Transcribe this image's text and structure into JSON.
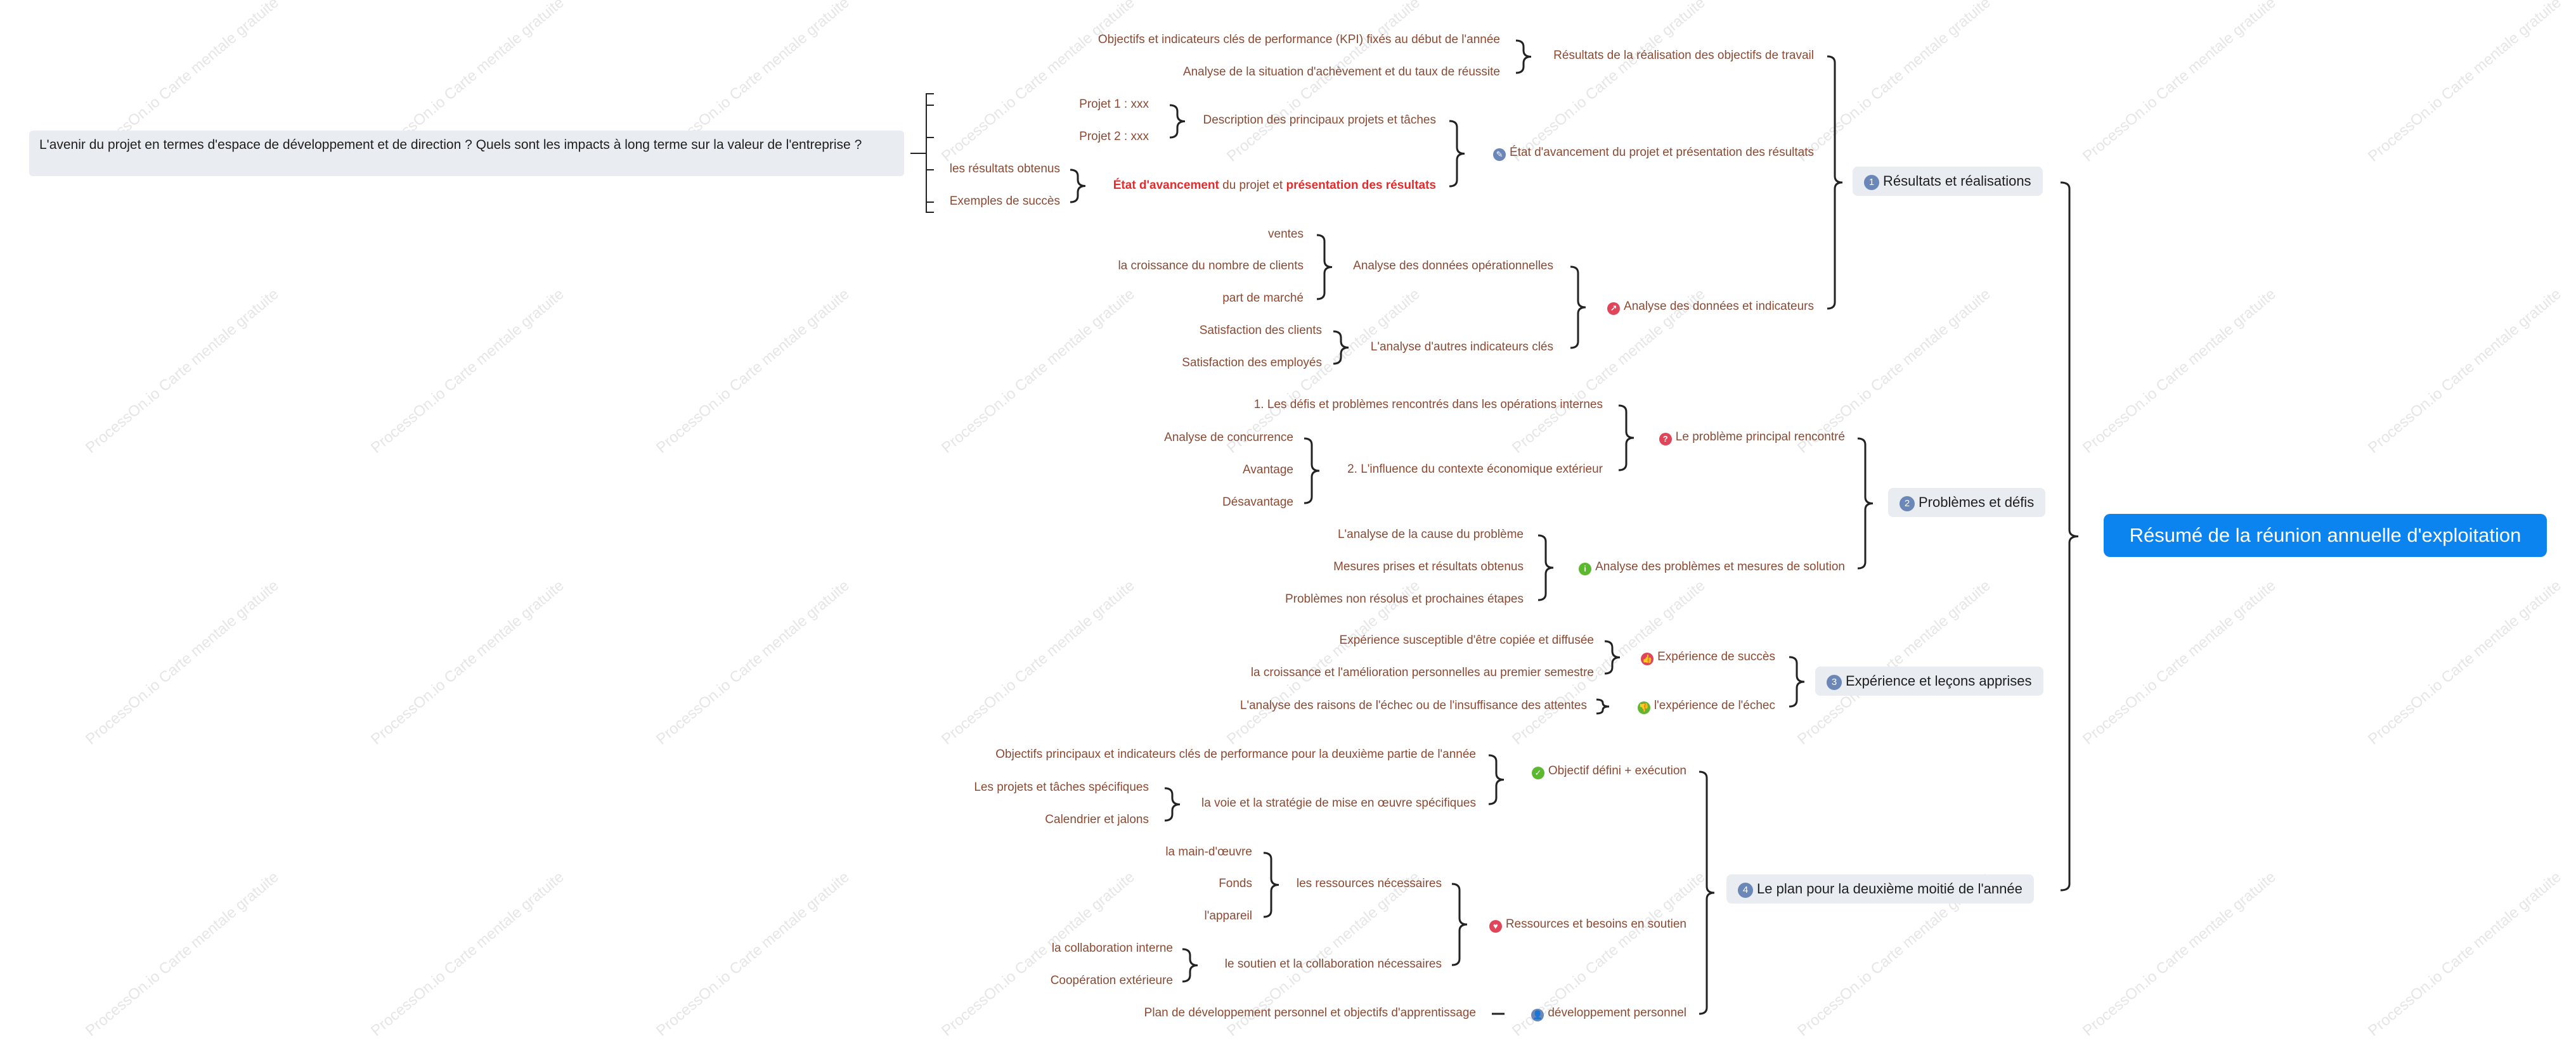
{
  "watermark": "ProcessOn.io Carte mentale gratuite",
  "root": {
    "label": "Résumé de la réunion annuelle d'exploitation"
  },
  "note": {
    "text": "L'avenir du projet en termes d'espace de développement et de direction ? Quels sont les impacts à long terme sur la valeur de l'entreprise ?"
  },
  "branches": [
    {
      "num": "1",
      "label": "Résultats et réalisations"
    },
    {
      "num": "2",
      "label": "Problèmes et défis"
    },
    {
      "num": "3",
      "label": "Expérience et leçons apprises"
    },
    {
      "num": "4",
      "label": "Le plan pour la deuxième moitié de l'année"
    }
  ],
  "b1": {
    "s1": {
      "label": "Résultats de la réalisation des objectifs de travail",
      "leaves": [
        "Objectifs et indicateurs clés de performance (KPI) fixés au début de l'année",
        "Analyse de la situation d'achèvement et du taux de réussite"
      ]
    },
    "s2": {
      "label": "État d'avancement du projet et présentation des résultats",
      "icon": "edit-icon",
      "t1": {
        "label": "Description des principaux projets et tâches",
        "leaves": [
          "Projet 1 : xxx",
          "Projet 2 : xxx"
        ]
      },
      "t2": {
        "label_part1": "État d'avancement",
        "label_part2": " du projet et ",
        "label_part3": "présentation des résultats",
        "leaves": [
          "les résultats obtenus",
          "Exemples de succès"
        ]
      }
    },
    "s3": {
      "label": "Analyse des données et indicateurs",
      "icon": "chart-icon",
      "t1": {
        "label": "Analyse des données opérationnelles",
        "leaves": [
          "ventes",
          "la croissance du nombre de clients",
          "part de marché"
        ]
      },
      "t2": {
        "label": "L'analyse d'autres indicateurs clés",
        "leaves": [
          "Satisfaction des clients",
          "Satisfaction des employés"
        ]
      }
    }
  },
  "b2": {
    "s1": {
      "label": "Le problème principal rencontré",
      "icon": "question-icon",
      "t1": {
        "label": "1. Les défis et problèmes rencontrés dans les opérations internes"
      },
      "t2": {
        "label": "2. L'influence du contexte économique extérieur",
        "leaves": [
          "Analyse de concurrence",
          "Avantage",
          "Désavantage"
        ]
      }
    },
    "s2": {
      "label": "Analyse des problèmes et mesures de solution",
      "icon": "info-icon",
      "leaves": [
        "L'analyse de la cause du problème",
        "Mesures prises et résultats obtenus",
        "Problèmes non résolus et prochaines étapes"
      ]
    }
  },
  "b3": {
    "s1": {
      "label": "Expérience de succès",
      "icon": "thumbs-up-icon",
      "leaves": [
        "Expérience susceptible d'être copiée et diffusée",
        "la croissance et l'amélioration personnelles au premier semestre"
      ]
    },
    "s2": {
      "label": "l'expérience de l'échec",
      "icon": "thumbs-down-icon",
      "leaves": [
        "L'analyse des raisons de l'échec ou de l'insuffisance des attentes"
      ]
    }
  },
  "b4": {
    "s1": {
      "label": "Objectif défini + exécution",
      "icon": "check-icon",
      "t1": {
        "label": "Objectifs principaux et indicateurs clés de performance pour la deuxième partie de l'année"
      },
      "t2": {
        "label": "la voie et la stratégie de mise en œuvre spécifiques",
        "leaves": [
          "Les projets et tâches spécifiques",
          "Calendrier et jalons"
        ]
      }
    },
    "s2": {
      "label": "Ressources et besoins en soutien",
      "icon": "heart-icon",
      "t1": {
        "label": "les ressources nécessaires",
        "leaves": [
          "la main-d'œuvre",
          "Fonds",
          "l'appareil"
        ]
      },
      "t2": {
        "label": "le soutien et la collaboration nécessaires",
        "leaves": [
          "la collaboration interne",
          "Coopération extérieure"
        ]
      }
    },
    "s3": {
      "label": "développement personnel",
      "icon": "person-icon",
      "leaves": [
        "Plan de développement personnel et objectifs d'apprentissage"
      ]
    }
  },
  "colors": {
    "root": "#0b84ef",
    "branch_bg": "#e9ecf1",
    "text": "#8a4a34",
    "highlight": "#e02d2d",
    "line": "#222222"
  }
}
